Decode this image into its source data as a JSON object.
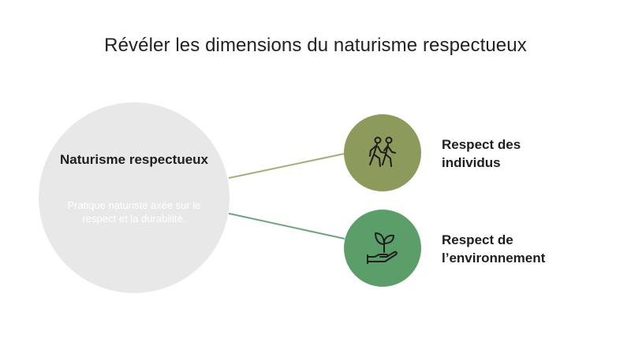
{
  "title": "Révéler les dimensions du naturisme respectueux",
  "center": {
    "title": "Naturisme respectueux",
    "description": "Pratique naturiste axée sur le respect et la durabilité."
  },
  "branches": [
    {
      "label": "Respect des individus",
      "icon": "people-walking-icon",
      "color": "#8c9b5c"
    },
    {
      "label": "Respect de l’environnement",
      "icon": "plant-in-hand-icon",
      "color": "#5b9e6a"
    }
  ],
  "colors": {
    "center_fill": "#e8e8e8",
    "text": "#1e1e1e"
  }
}
